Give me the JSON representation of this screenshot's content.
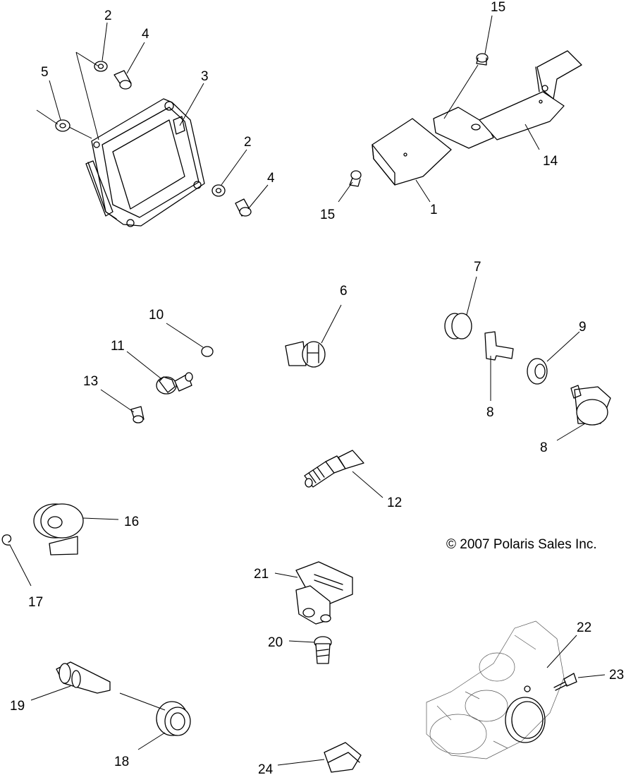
{
  "callouts": {
    "c1": "1",
    "c2a": "2",
    "c2b": "2",
    "c3": "3",
    "c4a": "4",
    "c4b": "4",
    "c5": "5",
    "c6": "6",
    "c7": "7",
    "c8a": "8",
    "c8b": "8",
    "c9": "9",
    "c10": "10",
    "c11": "11",
    "c12": "12",
    "c13": "13",
    "c14": "14",
    "c15a": "15",
    "c15b": "15",
    "c16": "16",
    "c17": "17",
    "c18": "18",
    "c19": "19",
    "c20": "20",
    "c21": "21",
    "c22": "22",
    "c23": "23",
    "c24": "24"
  },
  "copyright": "© 2007 Polaris Sales Inc."
}
